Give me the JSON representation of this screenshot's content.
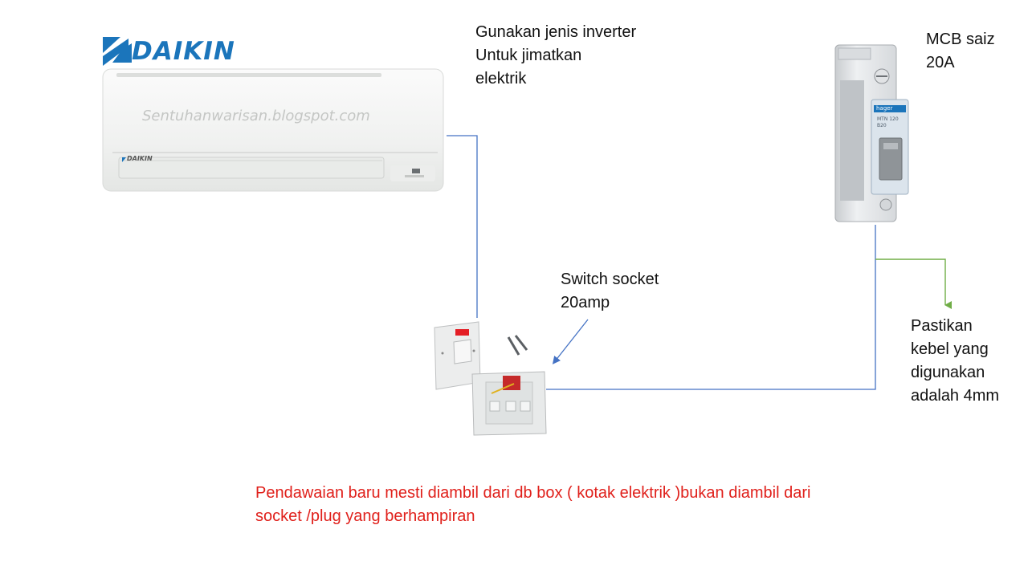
{
  "brand": {
    "name": "DAIKIN",
    "color": "#1b75bb"
  },
  "air_conditioner": {
    "watermark": "Sentuhanwarisan.blogspot.com",
    "badge": "DAIKIN",
    "note": "Gunakan jenis inverter\nUntuk jimatkan\nelektrik"
  },
  "breaker": {
    "label": "MCB saiz\n20A",
    "maker": "hager",
    "model": "MTN 120",
    "rating": "B20"
  },
  "switch_socket": {
    "label": "Switch socket\n20amp"
  },
  "cable": {
    "note": "Pastikan\nkebel yang\ndigunakan\nadalah 4mm"
  },
  "warning": {
    "text": "Pendawaian baru mesti diambil dari db box ( kotak elektrik )bukan diambil dari\nsocket /plug yang berhampiran",
    "color": "#e0201b"
  },
  "colors": {
    "wire": "#4472c4",
    "arrow_green": "#70ad47",
    "unit_body": "#f2f3f2"
  }
}
